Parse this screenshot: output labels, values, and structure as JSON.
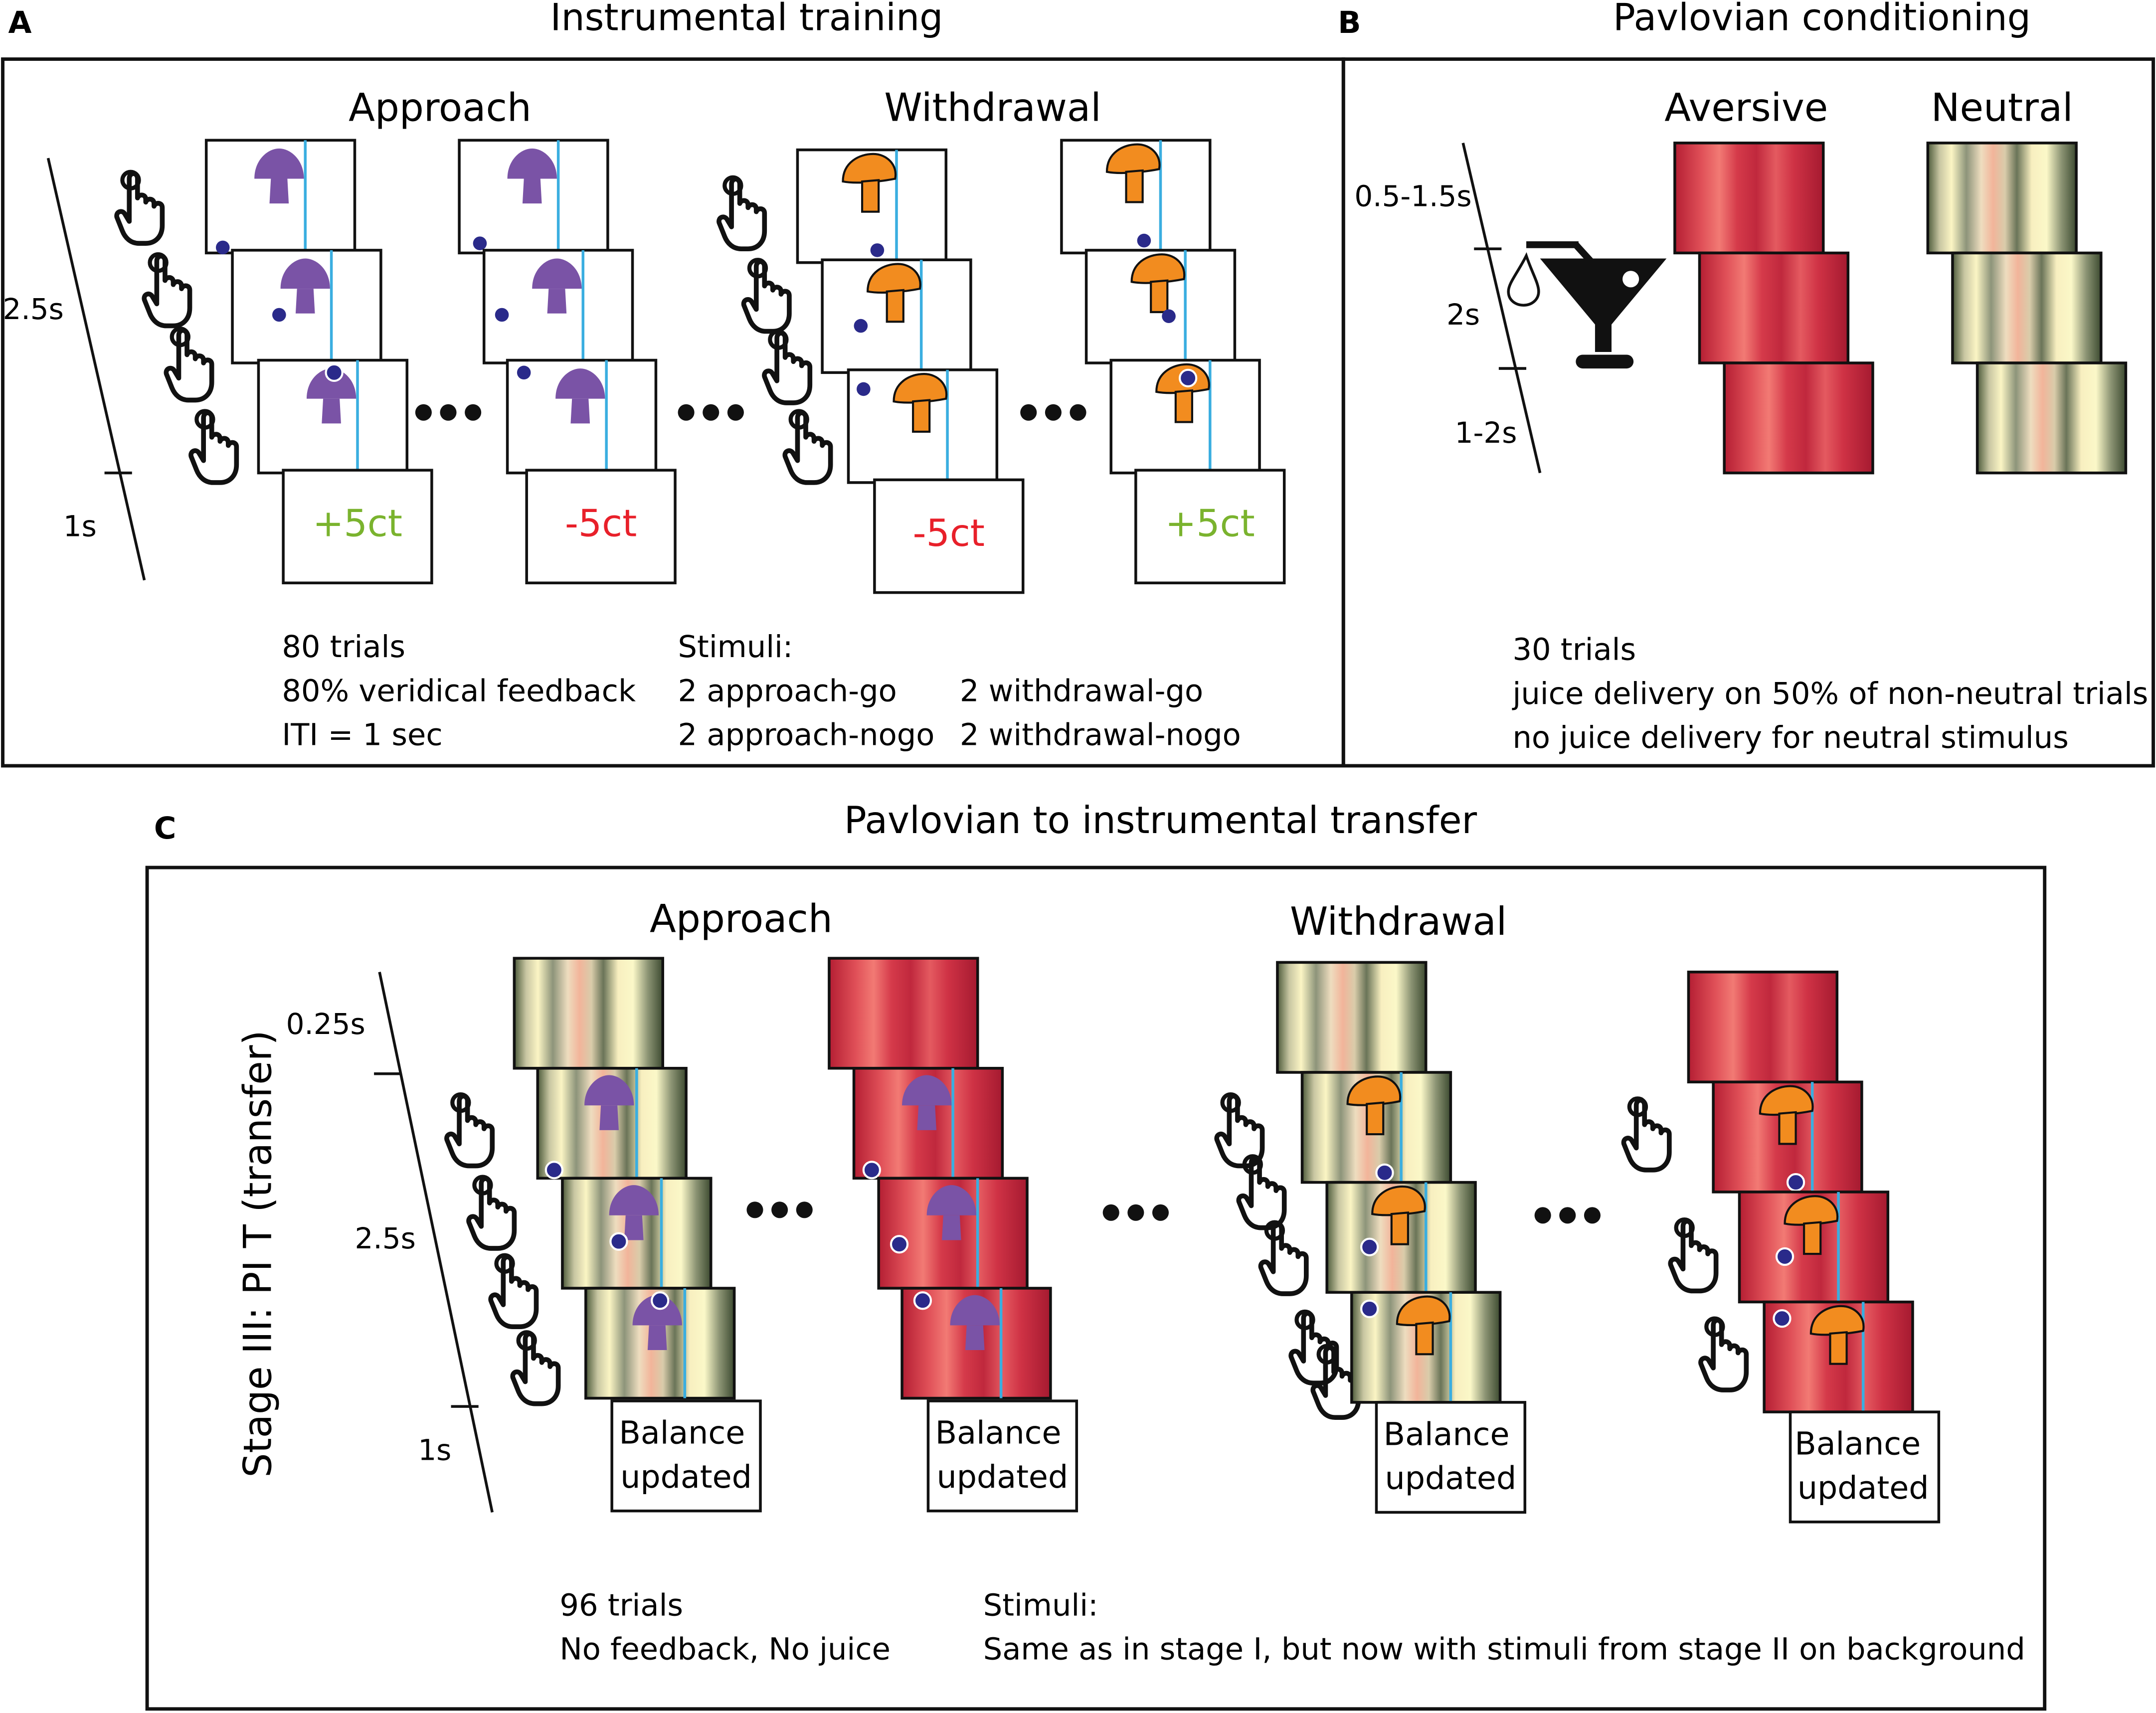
{
  "panel_a": {
    "label": "A",
    "title": "Instrumental training",
    "approach_title": "Approach",
    "withdrawal_title": "Withdrawal",
    "time_top": "2.5s",
    "time_bottom": "1s",
    "feedback": [
      "+5ct",
      "-5ct",
      "-5ct",
      "+5ct"
    ],
    "feedback_colors": [
      "#7ab32e",
      "#e8202a",
      "#e8202a",
      "#7ab32e"
    ],
    "notes_left": [
      "80 trials",
      "80% veridical feedback",
      "ITI = 1 sec"
    ],
    "stimuli_heading": "Stimuli:",
    "stimuli_col1": [
      "2 approach-go",
      "2 approach-nogo"
    ],
    "stimuli_col2": [
      "2 withdrawal-go",
      "2 withdrawal-nogo"
    ]
  },
  "panel_b": {
    "label": "B",
    "title": "Pavlovian conditioning",
    "aversive_title": "Aversive",
    "neutral_title": "Neutral",
    "time_labels": [
      "0.5-1.5s",
      "2s",
      "1-2s"
    ],
    "notes": [
      "30 trials",
      "juice delivery on 50% of non-neutral trials",
      "no juice delivery for neutral stimulus"
    ]
  },
  "panel_c": {
    "label": "C",
    "title": "Pavlovian to instrumental transfer",
    "stage_label": "Stage III: PI T (transfer)",
    "approach_title": "Approach",
    "withdrawal_title": "Withdrawal",
    "time_labels": [
      "0.25s",
      "2.5s",
      "1s"
    ],
    "balance_line1": "Balance",
    "balance_line2": "updated",
    "notes_left": [
      "96 trials",
      "No feedback, No juice"
    ],
    "stimuli_heading": "Stimuli:",
    "stimuli_text": "Same as in stage I, but now with stimuli from stage II on background"
  },
  "colors": {
    "approach_mushroom": "#7a53a6",
    "withdrawal_mushroom": "#f28c1f",
    "dot": "#2a2a8a",
    "line": "#3aaee0",
    "aversive": "#cf2e3c",
    "positive": "#7ab32e",
    "negative": "#e8202a"
  },
  "icons": [
    "hand-pointer-icon",
    "mushroom-icon",
    "cocktail-glass-icon",
    "drop-icon",
    "ellipsis-icon"
  ]
}
